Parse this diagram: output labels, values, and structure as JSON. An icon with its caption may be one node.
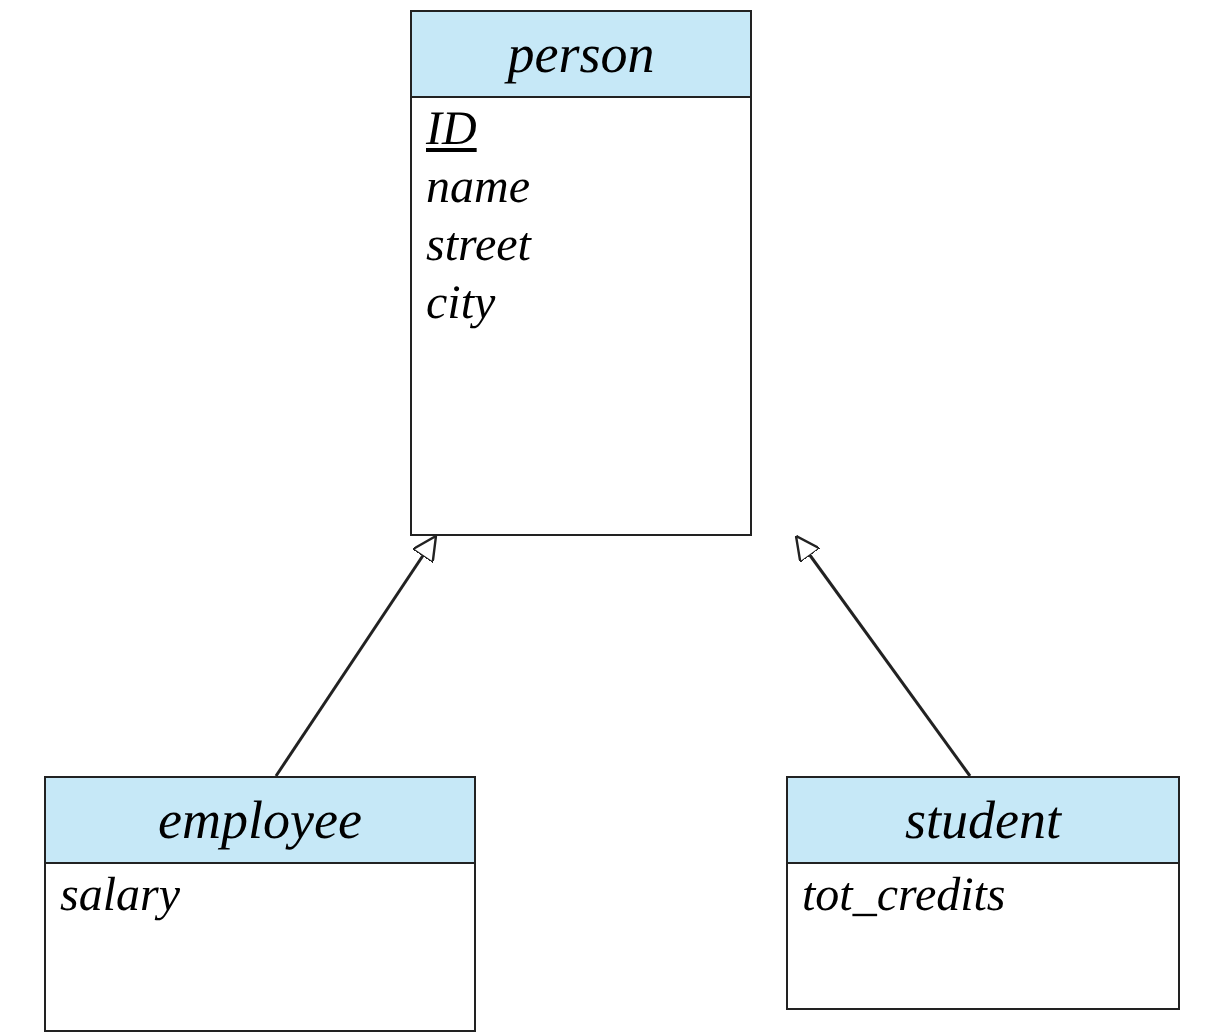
{
  "diagram": {
    "nodes": [
      {
        "text": [
          "person",
          "ID",
          "name",
          "street",
          "city"
        ]
      },
      {
        "text": [
          "employee",
          "salary"
        ]
      },
      {
        "text": [
          "student",
          "tot_credits"
        ]
      }
    ],
    "edges": [
      {
        "from": 1,
        "to": 0,
        "arrow": "to"
      },
      {
        "from": 2,
        "to": 0,
        "arrow": "to"
      }
    ]
  }
}
